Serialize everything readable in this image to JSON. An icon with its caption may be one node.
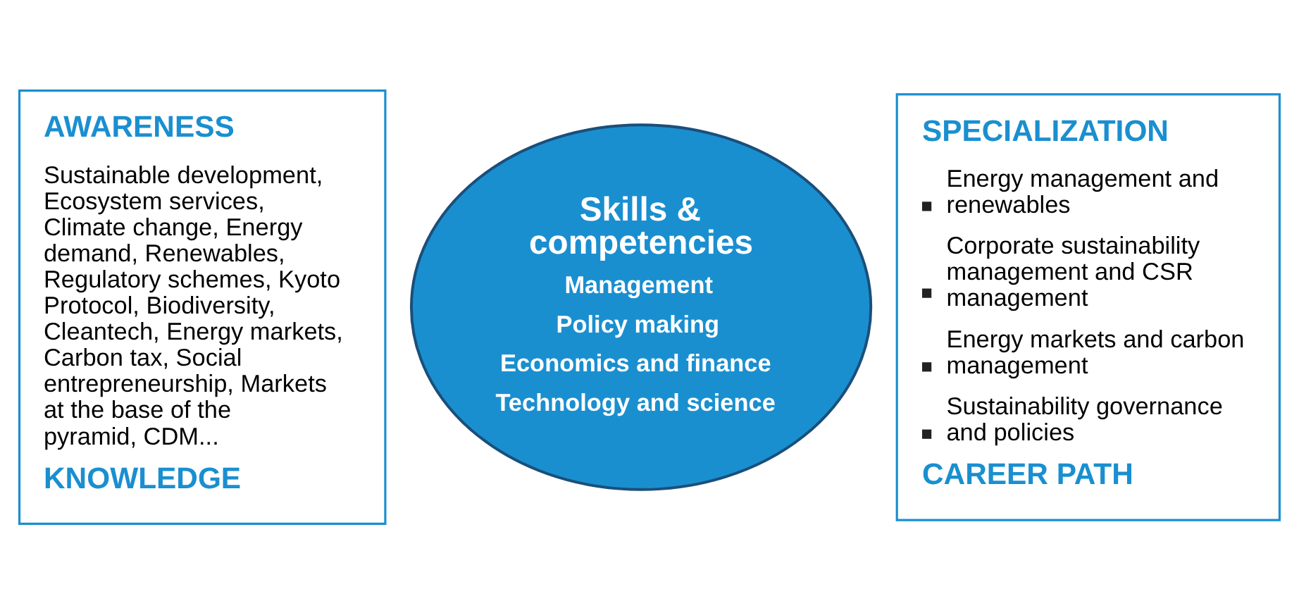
{
  "diagram": {
    "nodes": [
      {
        "text": [
          "AWARENESS",
          "Sustainable development, Ecosystem services, Climate change, Energy demand, Renewables, Regulatory schemes, Kyoto Protocol, Biodiversity, Cleantech, Energy markets, Carbon tax, Social entrepreneurship, Markets at the base of the pyramid, CDM...",
          "KNOWLEDGE"
        ]
      },
      {
        "text": [
          "Skills & competencies",
          "Management",
          "Policy making",
          "Economics and finance",
          "Technology and science"
        ]
      },
      {
        "text": [
          "SPECIALIZATION",
          "Energy management and renewables",
          "Corporate sustainability management and CSR management",
          "Energy markets and carbon management",
          "Sustainability governance and policies",
          "CAREER PATH"
        ]
      }
    ]
  }
}
